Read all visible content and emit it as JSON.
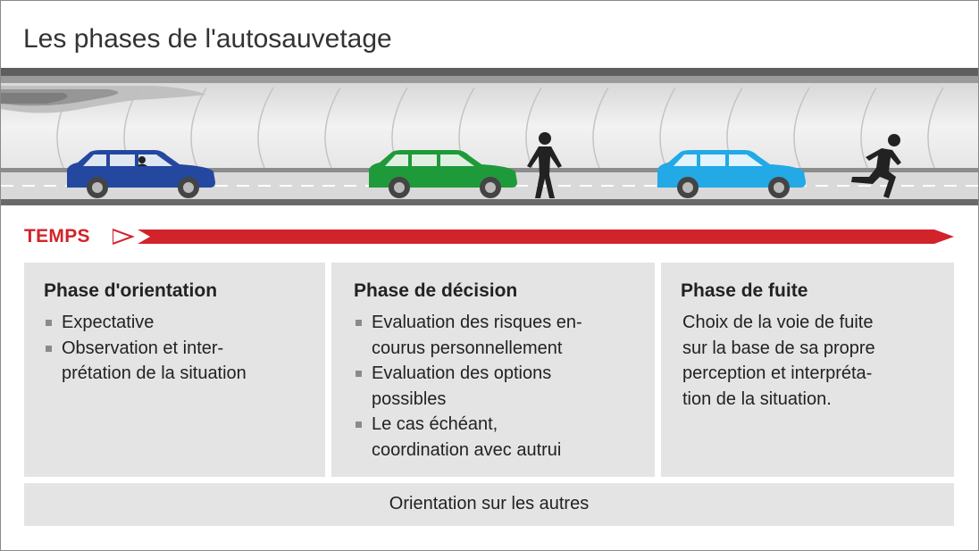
{
  "title": "Les phases de l'autosauvetage",
  "timeline": {
    "label": "TEMPS",
    "color": "#d2232a"
  },
  "phases": [
    {
      "heading": "Phase d'orientation",
      "items": [
        "Expectative",
        "Observation et inter-\nprétation de la situation"
      ]
    },
    {
      "heading": "Phase de décision",
      "items": [
        "Evaluation des risques en-\ncourus personnellement",
        "Evaluation des options\npossibles",
        "Le cas échéant,\ncoordination avec autrui"
      ]
    },
    {
      "heading": "Phase de fuite",
      "text": "Choix de la voie de fuite\nsur la base de sa propre\nperception et interpréta-\ntion de la situation."
    }
  ],
  "footer": "Orientation sur les autres",
  "colors": {
    "car_1": "#2447a0",
    "car_2": "#1f9a3a",
    "car_3": "#22a9e6",
    "panel_bg": "#e4e4e4"
  }
}
